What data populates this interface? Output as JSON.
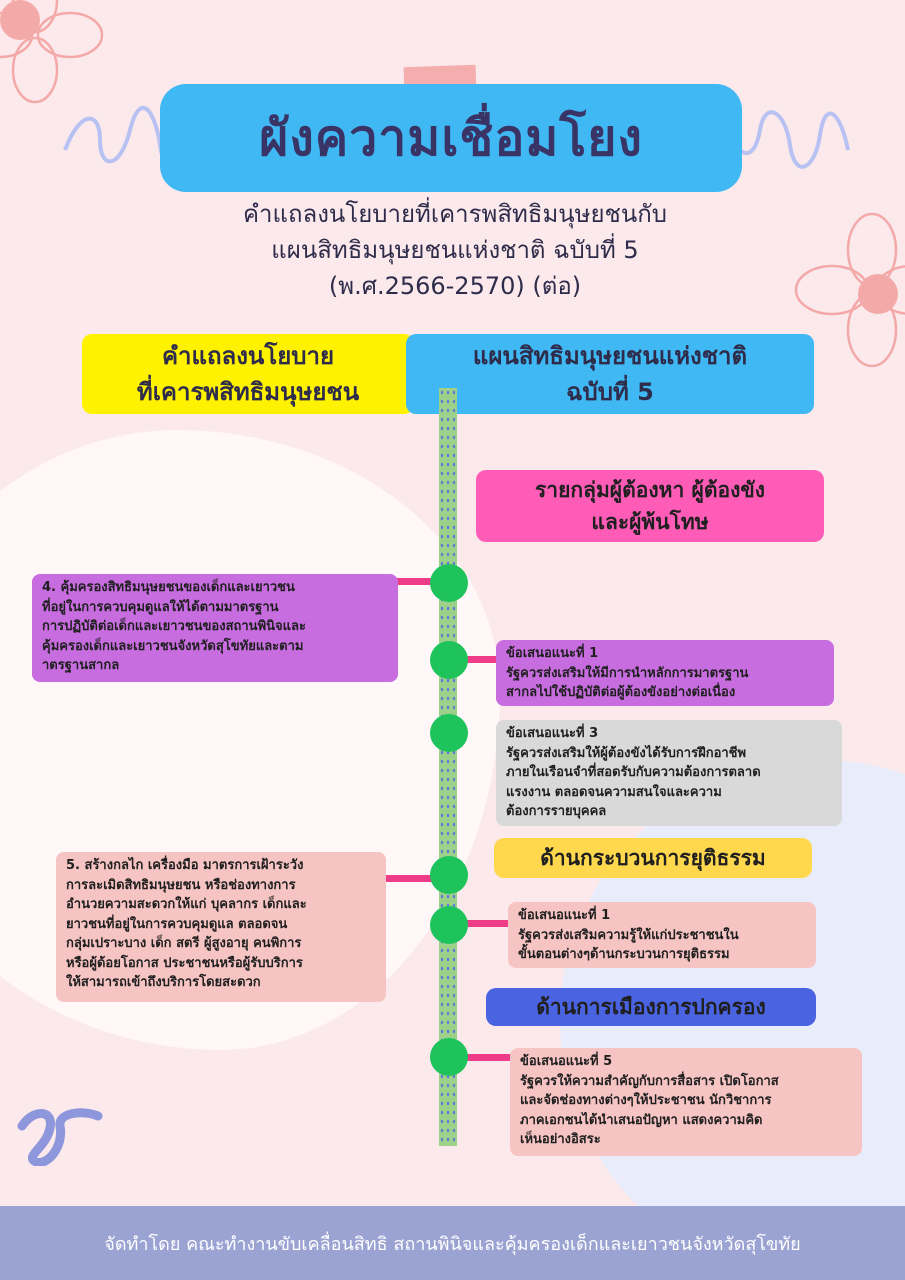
{
  "title": "ผังความเชื่อมโยง",
  "subtitle": [
    "คำแถลงนโยบายที่เคารพสิทธิมนุษยชนกับ",
    "แผนสิทธิมนุษยชนแห่งชาติ ฉบับที่ 5",
    "(พ.ศ.2566-2570) (ต่อ)"
  ],
  "left_header": [
    "คำแถลงนโยบาย",
    "ที่เคารพสิทธิมนุษยชน"
  ],
  "right_header": [
    "แผนสิทธิมนุษยชนแห่งชาติ",
    "ฉบับที่ 5"
  ],
  "sections": {
    "prisoners": [
      "รายกลุ่มผู้ต้องหา ผู้ต้องขัง",
      "และผู้พ้นโทษ"
    ],
    "justice": "ด้านกระบวนการยุติธรรม",
    "politics": "ด้านการเมืองการปกครอง"
  },
  "policy_cards": {
    "p4": [
      "4. คุ้มครองสิทธิมนุษยชนของเด็กและเยาวชน",
      "ที่อยู่ในการควบคุมดูแลให้ได้ตามมาตรฐาน",
      "การปฏิบัติต่อเด็กและเยาวชนของสถานพินิจและ",
      "คุ้มครองเด็กและเยาวชนจังหวัดสุโขทัยและตาม",
      "าตรฐานสากล"
    ],
    "p5": [
      "5. สร้างกลไก เครื่องมือ มาตรการเฝ้าระวัง",
      "การละเมิดสิทธิมนุษยชน หรือช่องทางการ",
      "อำนวยความสะดวกให้แก่ บุคลากร เด็กและ",
      "ยาวชนที่อยู่ในการควบคุมดูแล ตลอดจน",
      "กลุ่มเปราะบาง เด็ก สตรี ผู้สูงอายุ คนพิการ",
      "หรือผู้ด้อยโอกาส ประชาชนหรือผู้รับบริการ",
      "ให้สามารถเข้าถึงบริการโดยสะดวก"
    ]
  },
  "recommendation_cards": {
    "r1_prisoners": [
      "ข้อเสนอแนะที่ 1",
      "รัฐควรส่งเสริมให้มีการนำหลักการมาตรฐาน",
      "สากลไปใช้ปฏิบัติต่อผู้ต้องขังอย่างต่อเนื่อง"
    ],
    "r3_prisoners": [
      "ข้อเสนอแนะที่ 3",
      "รัฐควรส่งเสริมให้ผู้ต้องขังได้รับการฝึกอาชีพ",
      "ภายในเรือนจำที่สอดรับกับความต้องการตลาด",
      "แรงงาน ตลอดจนความสนใจและความ",
      "ต้องการรายบุคคล"
    ],
    "r1_justice": [
      "ข้อเสนอแนะที่ 1",
      "รัฐควรส่งเสริมความรู้ให้แก่ประชาชนใน",
      "ขั้นตอนต่างๆด้านกระบวนการยุติธรรม"
    ],
    "r5_politics": [
      "ข้อเสนอแนะที่ 5",
      "รัฐควรให้ความสำคัญกับการสื่อสาร เปิดโอกาส",
      "และจัดช่องทางต่างๆให้ประชาชน นักวิชาการ",
      "ภาคเอกชนได้นำเสนอปัญหา แสดงความคิด",
      "เห็นอย่างอิสระ"
    ]
  },
  "footer": "จัดทำโดย คณะทำงานขับเคลื่อนสิทธิ สถานพินิจและคุ้มครองเด็กและเยาวชนจังหวัดสุโขทัย",
  "colors": {
    "background": "#fbe9ec",
    "title_box": "#3fb8f4",
    "left_header": "#fff200",
    "right_header": "#3fb8f4",
    "prisoners_head": "#ff5cb8",
    "justice_head": "#ffd84d",
    "politics_head": "#4a63e0",
    "purple_card": "#c86de0",
    "gray_card": "#d9d9d9",
    "pink_card": "#f7c4c4",
    "timeline": "#9dd18a",
    "dot": "#1ec35c",
    "connector": "#ee3c89",
    "footer": "#9ba3d3"
  },
  "icons": [
    "flower-decoration",
    "swirl-decoration",
    "scribble-decoration"
  ]
}
